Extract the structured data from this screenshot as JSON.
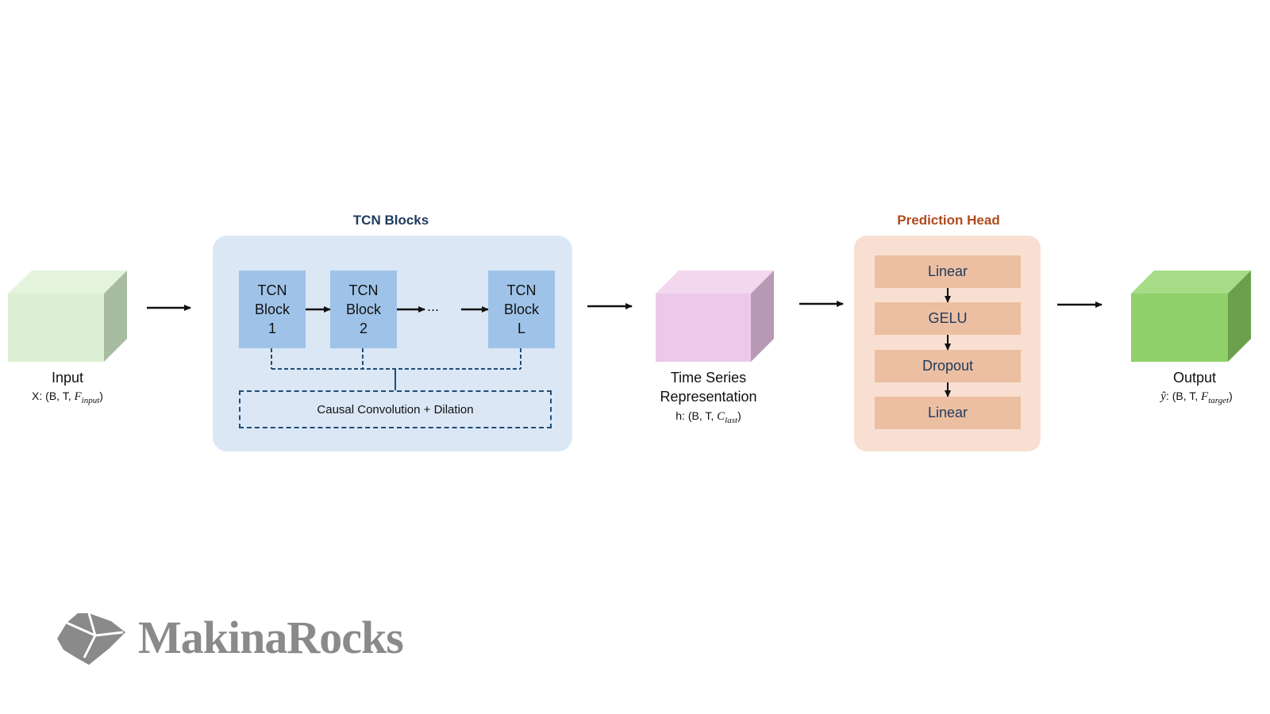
{
  "tcn_group": {
    "title": "TCN Blocks",
    "blocks": [
      {
        "line1": "TCN",
        "line2": "Block",
        "line3": "1"
      },
      {
        "line1": "TCN",
        "line2": "Block",
        "line3": "2"
      },
      {
        "line1": "TCN",
        "line2": "Block",
        "line3": "L"
      }
    ],
    "ellipsis": "...",
    "causal_label": "Causal Convolution + Dilation"
  },
  "prediction_head": {
    "title": "Prediction Head",
    "layers": [
      "Linear",
      "GELU",
      "Dropout",
      "Linear"
    ]
  },
  "input": {
    "label": "Input",
    "shape_prefix": "X: (B, T, ",
    "shape_symbol": "F",
    "shape_sub": "input",
    "shape_suffix": ")"
  },
  "representation": {
    "label_line1": "Time Series",
    "label_line2": "Representation",
    "shape_prefix": "h: (B, T, ",
    "shape_symbol": "C",
    "shape_sub": "last",
    "shape_suffix": ")"
  },
  "output": {
    "label": "Output",
    "shape_prefix_symbol": "ŷ",
    "shape_prefix": ": (B, T, ",
    "shape_symbol": "F",
    "shape_sub": "target",
    "shape_suffix": ")"
  },
  "logo": {
    "text": "MakinaRocks"
  },
  "colors": {
    "input_cube_front": "#dcefd2",
    "input_cube_top": "#e5f4dd",
    "input_cube_side": "#a8bca0",
    "repr_cube_front": "#ecc9e8",
    "repr_cube_top": "#f2d7ee",
    "repr_cube_side": "#b899b5",
    "output_cube_front": "#8fd06a",
    "output_cube_top": "#a6dc86",
    "output_cube_side": "#6aa04c",
    "tcn_panel": "#dbe7f5",
    "tcn_block": "#9fc3e8",
    "dashed_line": "#1f4e79",
    "ph_panel": "#f8dfd1",
    "ph_layer": "#ecbfa2",
    "tcn_title": "#1f3a5c",
    "ph_title": "#b04a1c",
    "logo": "#8a8a8a"
  }
}
